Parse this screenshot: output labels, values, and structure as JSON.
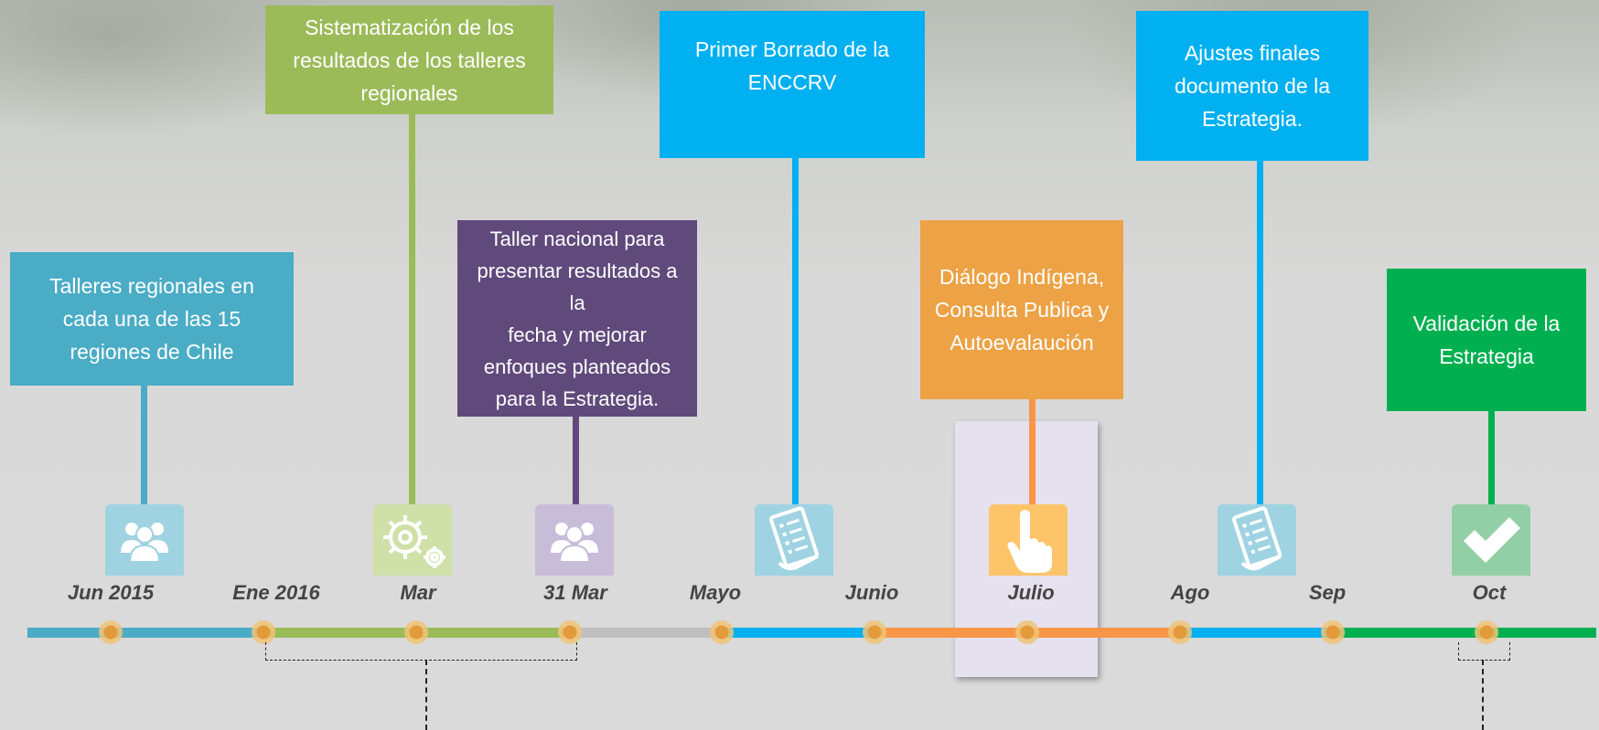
{
  "timeline": {
    "labels": {
      "jun2015": "Jun 2015",
      "ene2016": "Ene 2016",
      "mar": "Mar",
      "mar31": "31 Mar",
      "mayo": "Mayo",
      "junio": "Junio",
      "julio": "Julio",
      "ago": "Ago",
      "sep": "Sep",
      "oct": "Oct"
    },
    "events": {
      "talleres": {
        "lines": [
          "Talleres regionales en",
          "cada una de las 15",
          "regiones de Chile"
        ],
        "color": "#4bacc6",
        "icon": "people-icon"
      },
      "sistematizacion": {
        "lines": [
          "Sistematización de los",
          "resultados de los talleres",
          "regionales"
        ],
        "color": "#9bbb59",
        "icon": "gears-icon"
      },
      "taller_nacional": {
        "lines": [
          "Taller nacional para",
          "presentar resultados a la",
          "fecha y mejorar",
          "enfoques planteados",
          "para la Estrategia."
        ],
        "color": "#604a7b",
        "icon": "people-icon"
      },
      "borrador": {
        "lines": [
          "Primer Borrado de la",
          "ENCCRV"
        ],
        "color": "#00b0f0",
        "icon": "document-icon"
      },
      "dialogo": {
        "lines": [
          "Diálogo Indígena,",
          "Consulta Publica y",
          "Autoevalaución"
        ],
        "color": "#f79646",
        "icon": "hand-pointer-icon"
      },
      "ajustes": {
        "lines": [
          "Ajustes finales",
          "documento de la",
          "Estrategia."
        ],
        "color": "#00b0f0",
        "icon": "document-icon"
      },
      "validacion": {
        "lines": [
          "Validación de la",
          "Estrategia"
        ],
        "color": "#00b050",
        "icon": "checkmark-icon"
      }
    }
  }
}
